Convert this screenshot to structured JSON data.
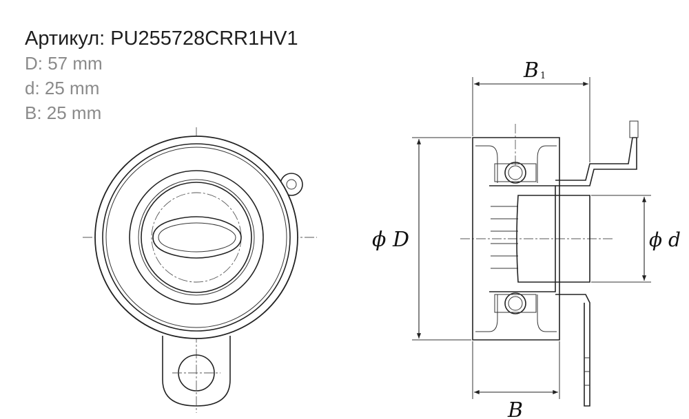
{
  "product": {
    "title": "Артикул: PU255728CRR1HV1",
    "specs": [
      {
        "label": "D: 57 mm"
      },
      {
        "label": "d: 25 mm"
      },
      {
        "label": "B: 25 mm"
      }
    ]
  },
  "drawing": {
    "dim_B1": "B",
    "dim_B1_sub": "1",
    "dim_B": "B",
    "dim_D": "ϕ D",
    "dim_d": "ϕ d"
  }
}
